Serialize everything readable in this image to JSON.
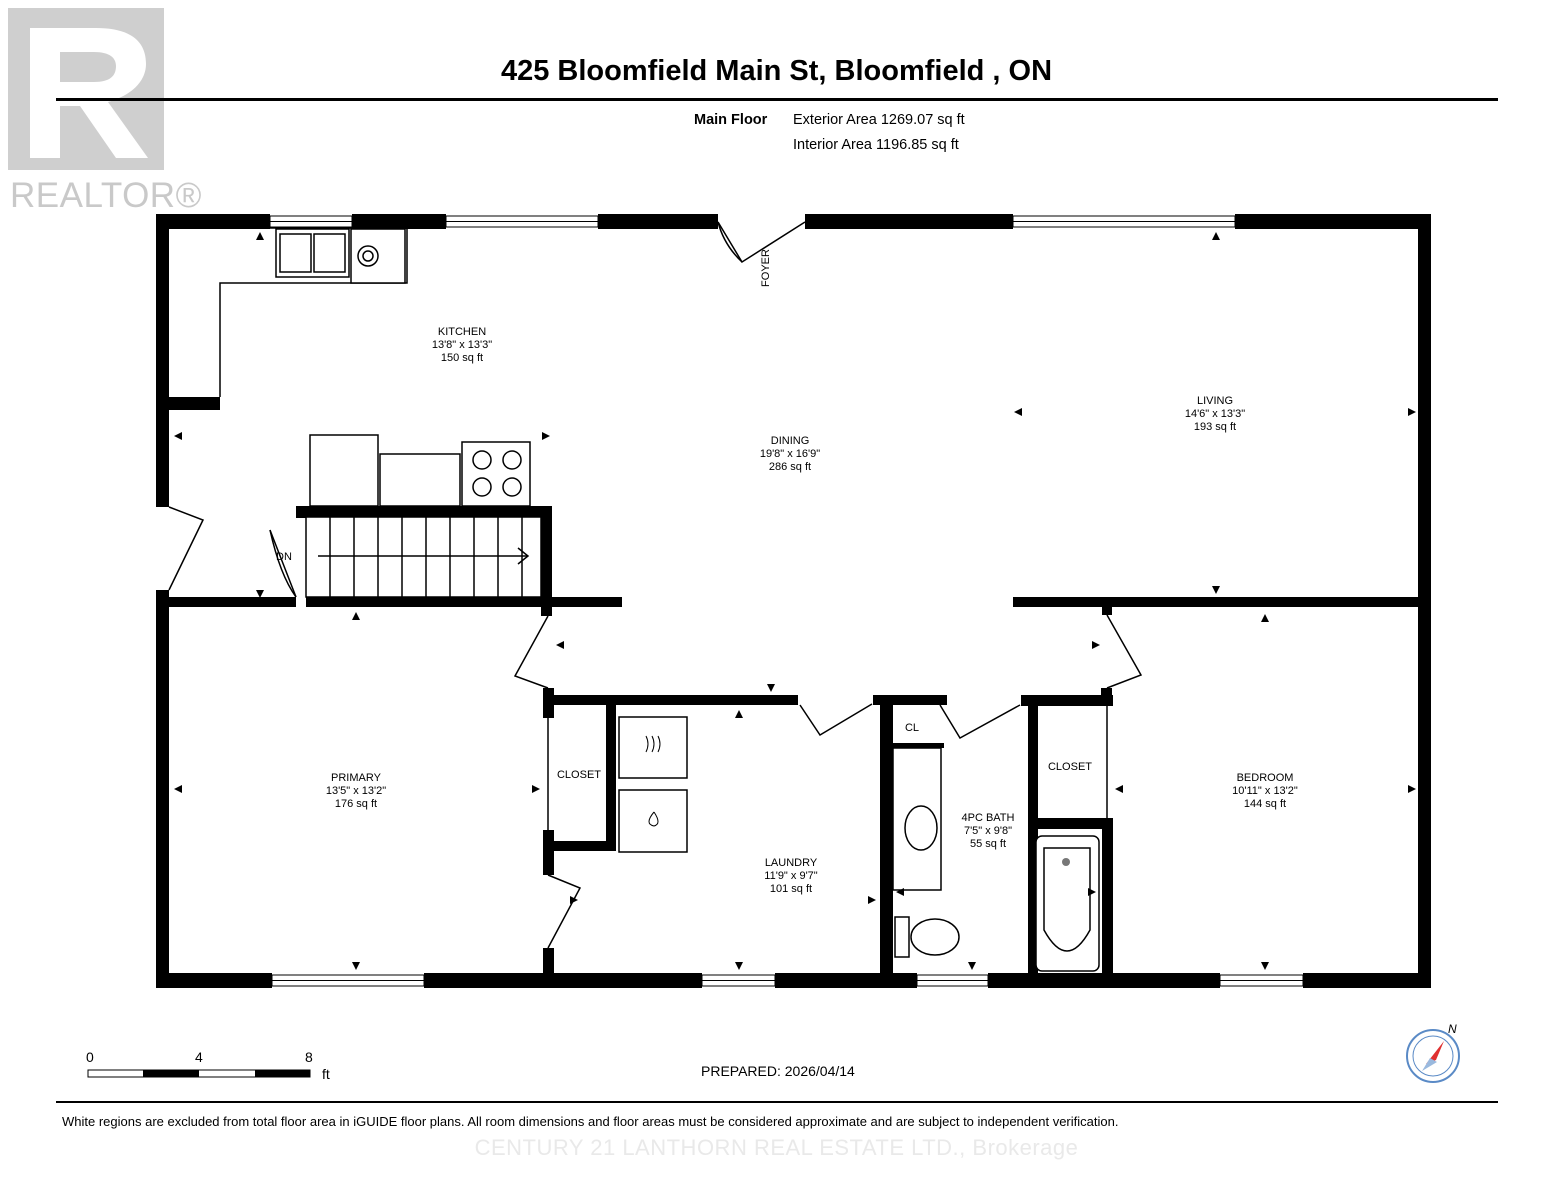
{
  "brand": {
    "logo_text": "REALTOR®"
  },
  "title": "425 Bloomfield Main St, Bloomfield , ON",
  "floor": {
    "name": "Main Floor",
    "exterior_area": "Exterior Area 1269.07 sq ft",
    "interior_area": "Interior Area 1196.85 sq ft"
  },
  "rooms": {
    "kitchen": {
      "name": "KITCHEN",
      "dims": "13'8\" x 13'3\"",
      "area": "150 sq ft"
    },
    "dining": {
      "name": "DINING",
      "dims": "19'8\" x 16'9\"",
      "area": "286 sq ft"
    },
    "living": {
      "name": "LIVING",
      "dims": "14'6\" x 13'3\"",
      "area": "193 sq ft"
    },
    "primary": {
      "name": "PRIMARY",
      "dims": "13'5\" x 13'2\"",
      "area": "176 sq ft"
    },
    "laundry": {
      "name": "LAUNDRY",
      "dims": "11'9\" x 9'7\"",
      "area": "101 sq ft"
    },
    "bath": {
      "name": "4PC BATH",
      "dims": "7'5\" x 9'8\"",
      "area": "55 sq ft"
    },
    "bedroom": {
      "name": "BEDROOM",
      "dims": "10'11\" x 13'2\"",
      "area": "144 sq ft"
    }
  },
  "labels": {
    "foyer": "FOYER",
    "closet_left": "CLOSET",
    "closet_right": "CLOSET",
    "cl": "CL",
    "stairs_down": "DN"
  },
  "scale": {
    "t0": "0",
    "t4": "4",
    "t8": "8",
    "unit": "ft"
  },
  "compass": {
    "north": "N"
  },
  "prepared": "PREPARED: 2026/04/14",
  "disclaimer": "White regions are excluded from total floor area in iGUIDE floor plans. All room dimensions and floor areas must be considered approximate and are subject to independent verification.",
  "watermark": "CENTURY 21 LANTHORN REAL ESTATE LTD., Brokerage"
}
